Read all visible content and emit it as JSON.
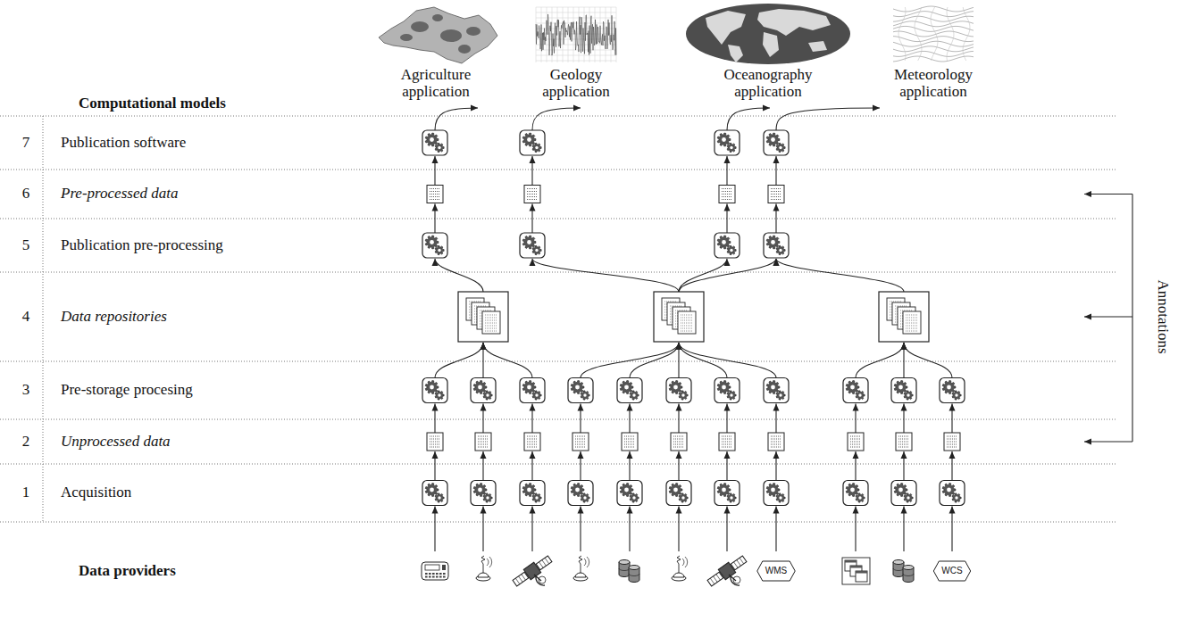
{
  "diagram": {
    "nodes": [
      {
        "text": [
          "7",
          "Publication software"
        ]
      },
      {
        "text": [
          "6",
          "Pre-processed data"
        ]
      },
      {
        "text": [
          "5",
          "Publication pre-processing"
        ]
      },
      {
        "text": [
          "4",
          "Data repositories"
        ]
      },
      {
        "text": [
          "3",
          "Pre-storage procesing"
        ]
      },
      {
        "text": [
          "2",
          "Unprocessed data"
        ]
      },
      {
        "text": [
          "1",
          "Acquisition"
        ]
      }
    ],
    "labels": [
      "Agriculture application",
      "Geology application",
      "Oceanography application",
      "Meteorology application",
      "Computational models",
      "Annotations",
      "Data providers",
      "WMS",
      "WCS"
    ]
  }
}
